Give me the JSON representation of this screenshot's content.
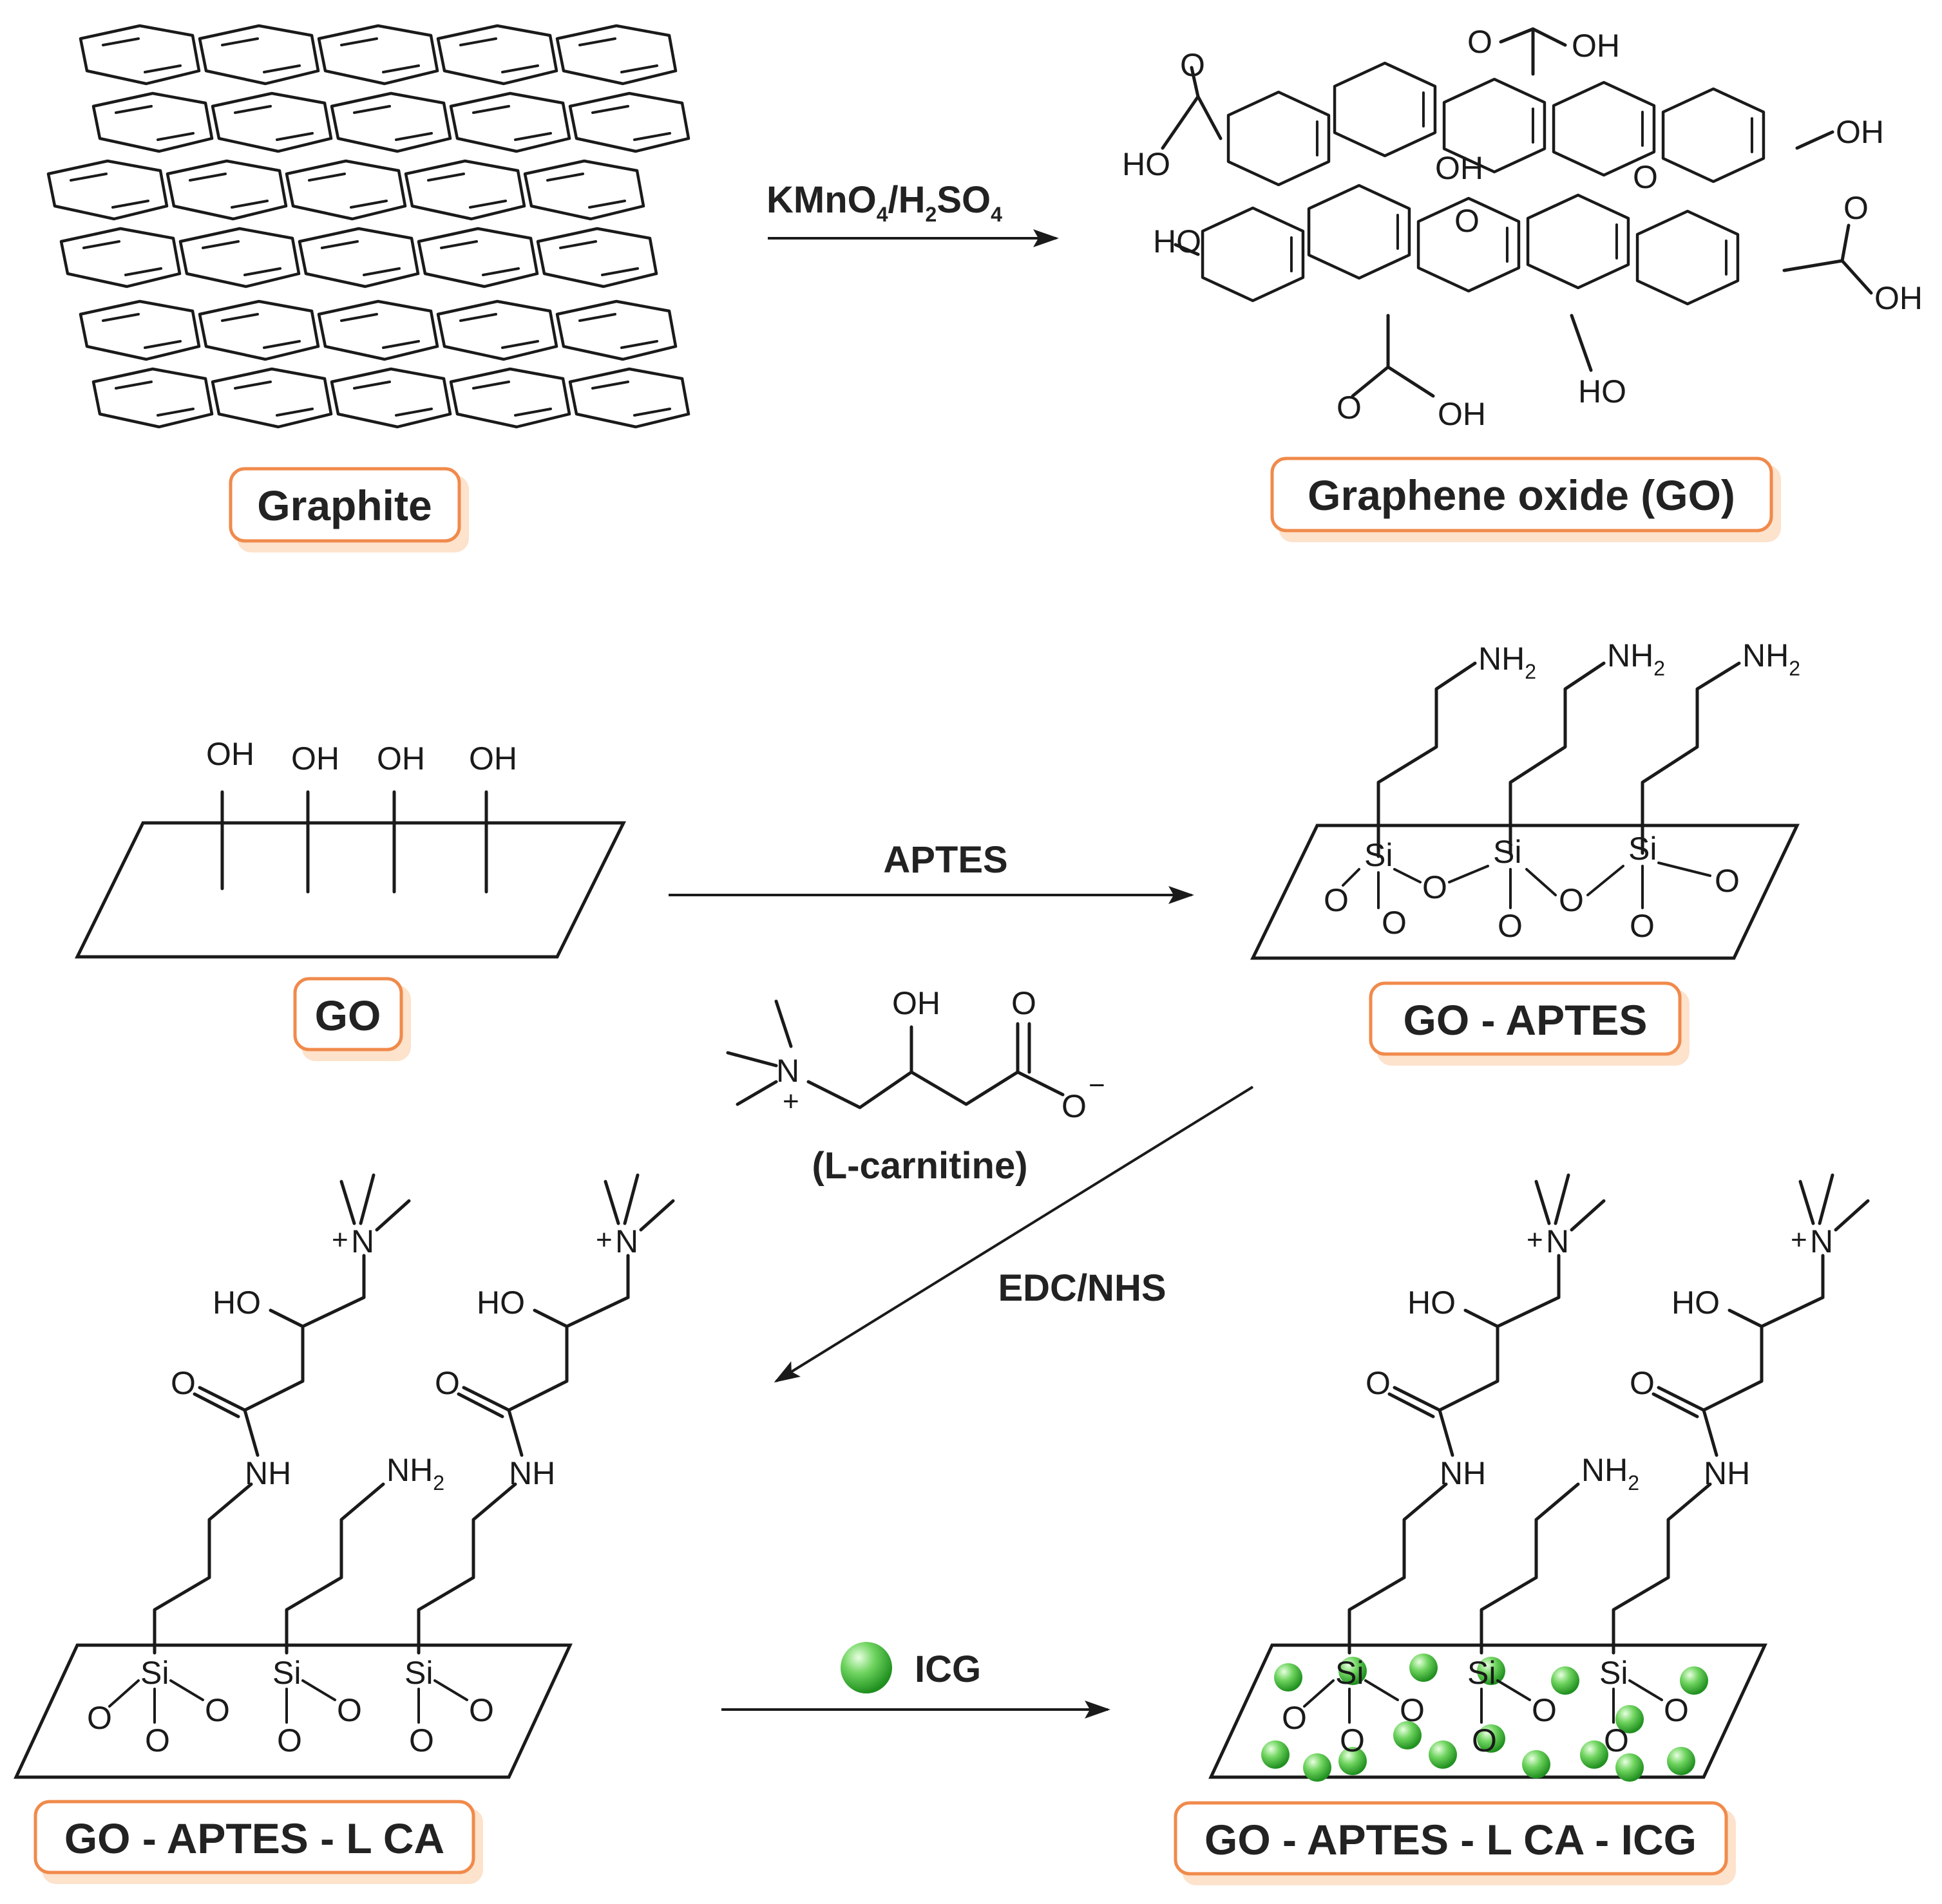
{
  "labels": {
    "graphite": "Graphite",
    "graphene_oxide": "Graphene oxide (GO)",
    "go": "GO",
    "go_aptes": "GO - APTES",
    "go_aptes_lca": "GO - APTES - L CA",
    "go_aptes_lca_icg": "GO - APTES - L CA - ICG",
    "l_carnitine": "(L-carnitine)"
  },
  "reagents": {
    "oxidation_1": "KMnO",
    "oxidation_sub1": "4",
    "oxidation_2": "/H",
    "oxidation_sub2": "2",
    "oxidation_3": "SO",
    "oxidation_sub3": "4",
    "silanization": "APTES",
    "coupling": "EDC/NHS",
    "dye": "ICG"
  },
  "atoms": {
    "oh": "OH",
    "ho": "HO",
    "o": "O",
    "si": "Si",
    "n": "N",
    "nh": "NH",
    "nh2_main": "NH",
    "nh2_sub": "2",
    "plus": "+",
    "minus": "−"
  },
  "colors": {
    "label_border": "#f08a4b",
    "icg_green": "#3fbf3a"
  }
}
